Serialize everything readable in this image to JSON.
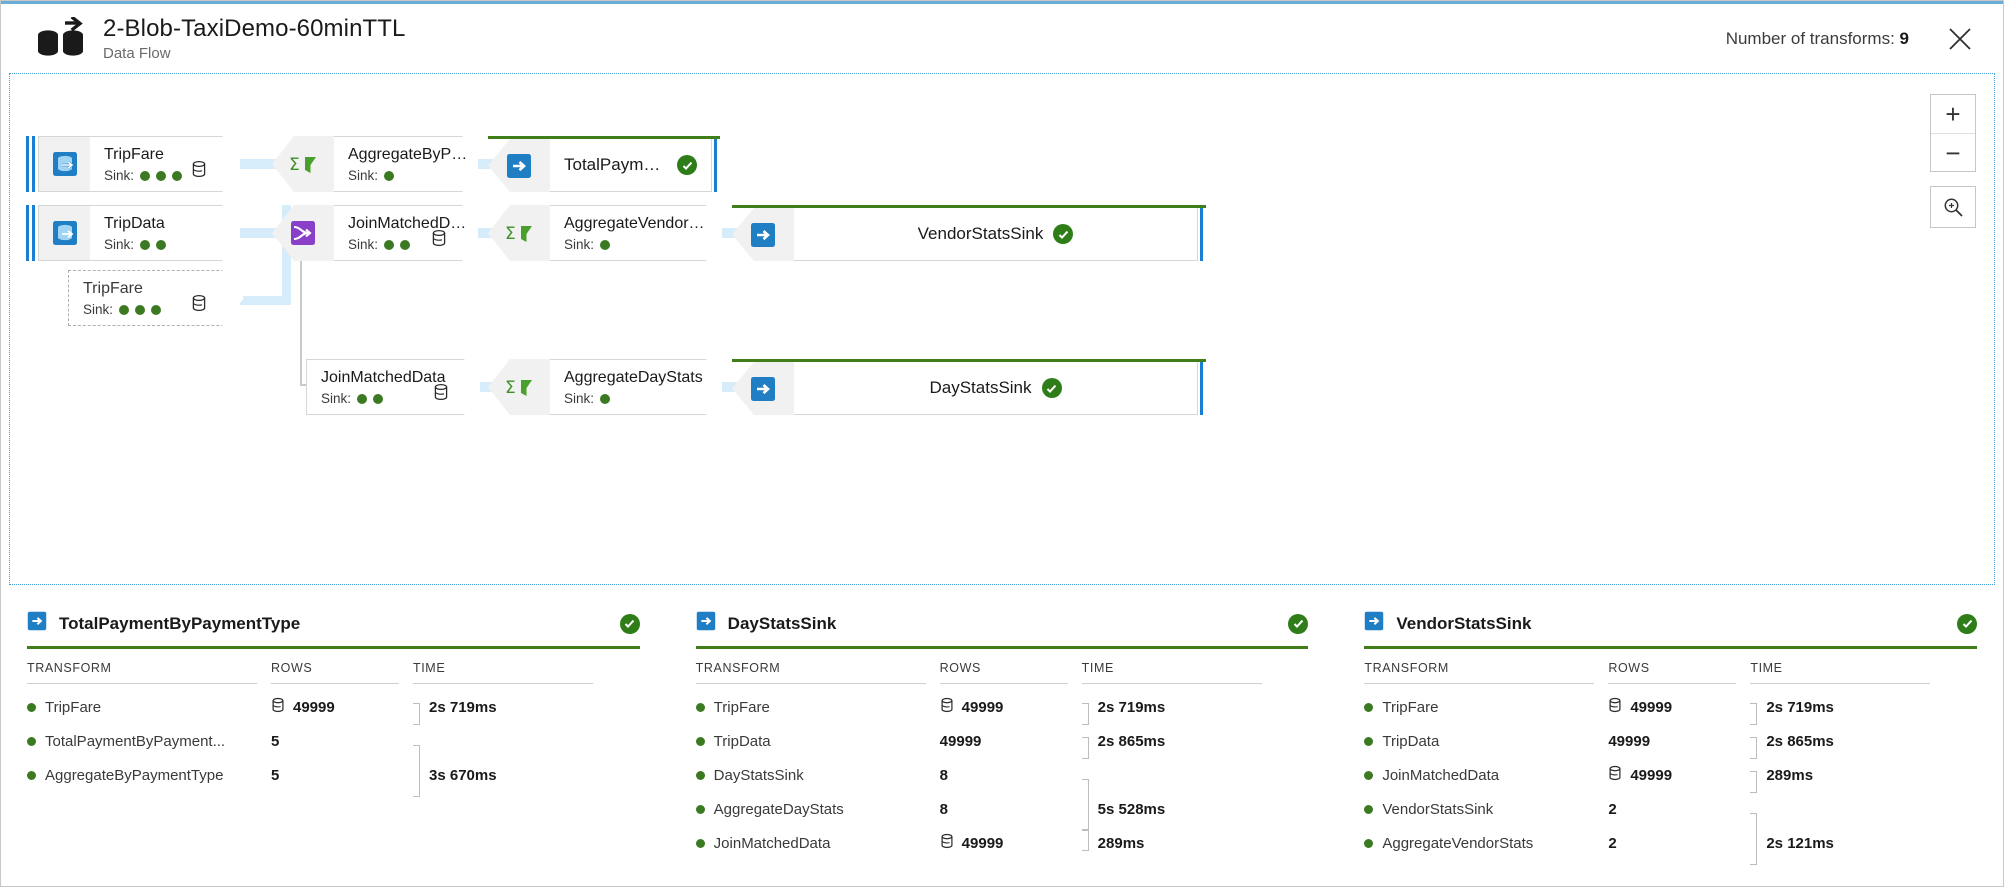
{
  "header": {
    "icon": "data-flow-icon",
    "title": "2-Blob-TaxiDemo-60minTTL",
    "subtitle": "Data Flow",
    "transforms_label": "Number of transforms:",
    "transforms_count": "9",
    "close_icon": "close-icon"
  },
  "canvas": {
    "zoom_in_label": "+",
    "zoom_out_label": "−",
    "zoom_fit_icon": "fit-to-screen-icon",
    "nodes": [
      {
        "id": "tripfare-source",
        "label": "TripFare",
        "sink_label": "Sink:",
        "dots": 3,
        "icon": "source-icon",
        "kind": "source"
      },
      {
        "id": "aggregatebypayment",
        "label": "AggregateByPayme...",
        "sink_label": "Sink:",
        "dots": 1,
        "icon": "aggregate-icon",
        "kind": "transform"
      },
      {
        "id": "totalpaymentby-sink",
        "label": "TotalPaymentBy...",
        "sink_label": "",
        "dots": 0,
        "icon": "sink-icon",
        "kind": "sink"
      },
      {
        "id": "tripdata-source",
        "label": "TripData",
        "sink_label": "Sink:",
        "dots": 2,
        "icon": "source-icon",
        "kind": "source"
      },
      {
        "id": "joinmatcheddata-1",
        "label": "JoinMatchedData",
        "sink_label": "Sink:",
        "dots": 2,
        "icon": "join-icon",
        "kind": "transform"
      },
      {
        "id": "aggregatevendorstats",
        "label": "AggregateVendorSt...",
        "sink_label": "Sink:",
        "dots": 1,
        "icon": "aggregate-icon",
        "kind": "transform"
      },
      {
        "id": "vendorstatssink",
        "label": "VendorStatsSink",
        "sink_label": "",
        "dots": 0,
        "icon": "sink-icon",
        "kind": "sink"
      },
      {
        "id": "tripfare-ghost",
        "label": "TripFare",
        "sink_label": "Sink:",
        "dots": 3,
        "icon": "none",
        "kind": "ghost"
      },
      {
        "id": "joinmatcheddata-2",
        "label": "JoinMatchedData",
        "sink_label": "Sink:",
        "dots": 2,
        "icon": "none",
        "kind": "transform"
      },
      {
        "id": "aggregatedaystats",
        "label": "AggregateDayStats",
        "sink_label": "Sink:",
        "dots": 1,
        "icon": "aggregate-icon",
        "kind": "transform"
      },
      {
        "id": "daystatssink",
        "label": "DayStatsSink",
        "sink_label": "",
        "dots": 0,
        "icon": "sink-icon",
        "kind": "sink"
      }
    ]
  },
  "panels": [
    {
      "title": "TotalPaymentByPaymentType",
      "icon": "sink-icon",
      "status": "success",
      "columns": {
        "transform": "TRANSFORM",
        "rows": "ROWS",
        "time": "TIME"
      },
      "rows": [
        {
          "name": "TripFare",
          "rows": "49999",
          "db": true,
          "time": "2s 719ms"
        },
        {
          "name": "TotalPaymentByPayment...",
          "rows": "5",
          "db": false,
          "time": ""
        },
        {
          "name": "AggregateByPaymentType",
          "rows": "5",
          "db": false,
          "time": "3s 670ms"
        }
      ]
    },
    {
      "title": "DayStatsSink",
      "icon": "sink-icon",
      "status": "success",
      "columns": {
        "transform": "TRANSFORM",
        "rows": "ROWS",
        "time": "TIME"
      },
      "rows": [
        {
          "name": "TripFare",
          "rows": "49999",
          "db": true,
          "time": "2s 719ms"
        },
        {
          "name": "TripData",
          "rows": "49999",
          "db": false,
          "time": "2s 865ms"
        },
        {
          "name": "DayStatsSink",
          "rows": "8",
          "db": false,
          "time": ""
        },
        {
          "name": "AggregateDayStats",
          "rows": "8",
          "db": false,
          "time": "5s 528ms"
        },
        {
          "name": "JoinMatchedData",
          "rows": "49999",
          "db": true,
          "time": "289ms"
        }
      ]
    },
    {
      "title": "VendorStatsSink",
      "icon": "sink-icon",
      "status": "success",
      "columns": {
        "transform": "TRANSFORM",
        "rows": "ROWS",
        "time": "TIME"
      },
      "rows": [
        {
          "name": "TripFare",
          "rows": "49999",
          "db": true,
          "time": "2s 719ms"
        },
        {
          "name": "TripData",
          "rows": "49999",
          "db": false,
          "time": "2s 865ms"
        },
        {
          "name": "JoinMatchedData",
          "rows": "49999",
          "db": true,
          "time": "289ms"
        },
        {
          "name": "VendorStatsSink",
          "rows": "2",
          "db": false,
          "time": ""
        },
        {
          "name": "AggregateVendorStats",
          "rows": "2",
          "db": false,
          "time": "2s 121ms"
        }
      ]
    }
  ],
  "colors": {
    "accent_blue": "#1a7fd4",
    "success_green": "#3f7e18",
    "canvas_border": "#41a0d8",
    "connector": "#d6ecfa"
  }
}
